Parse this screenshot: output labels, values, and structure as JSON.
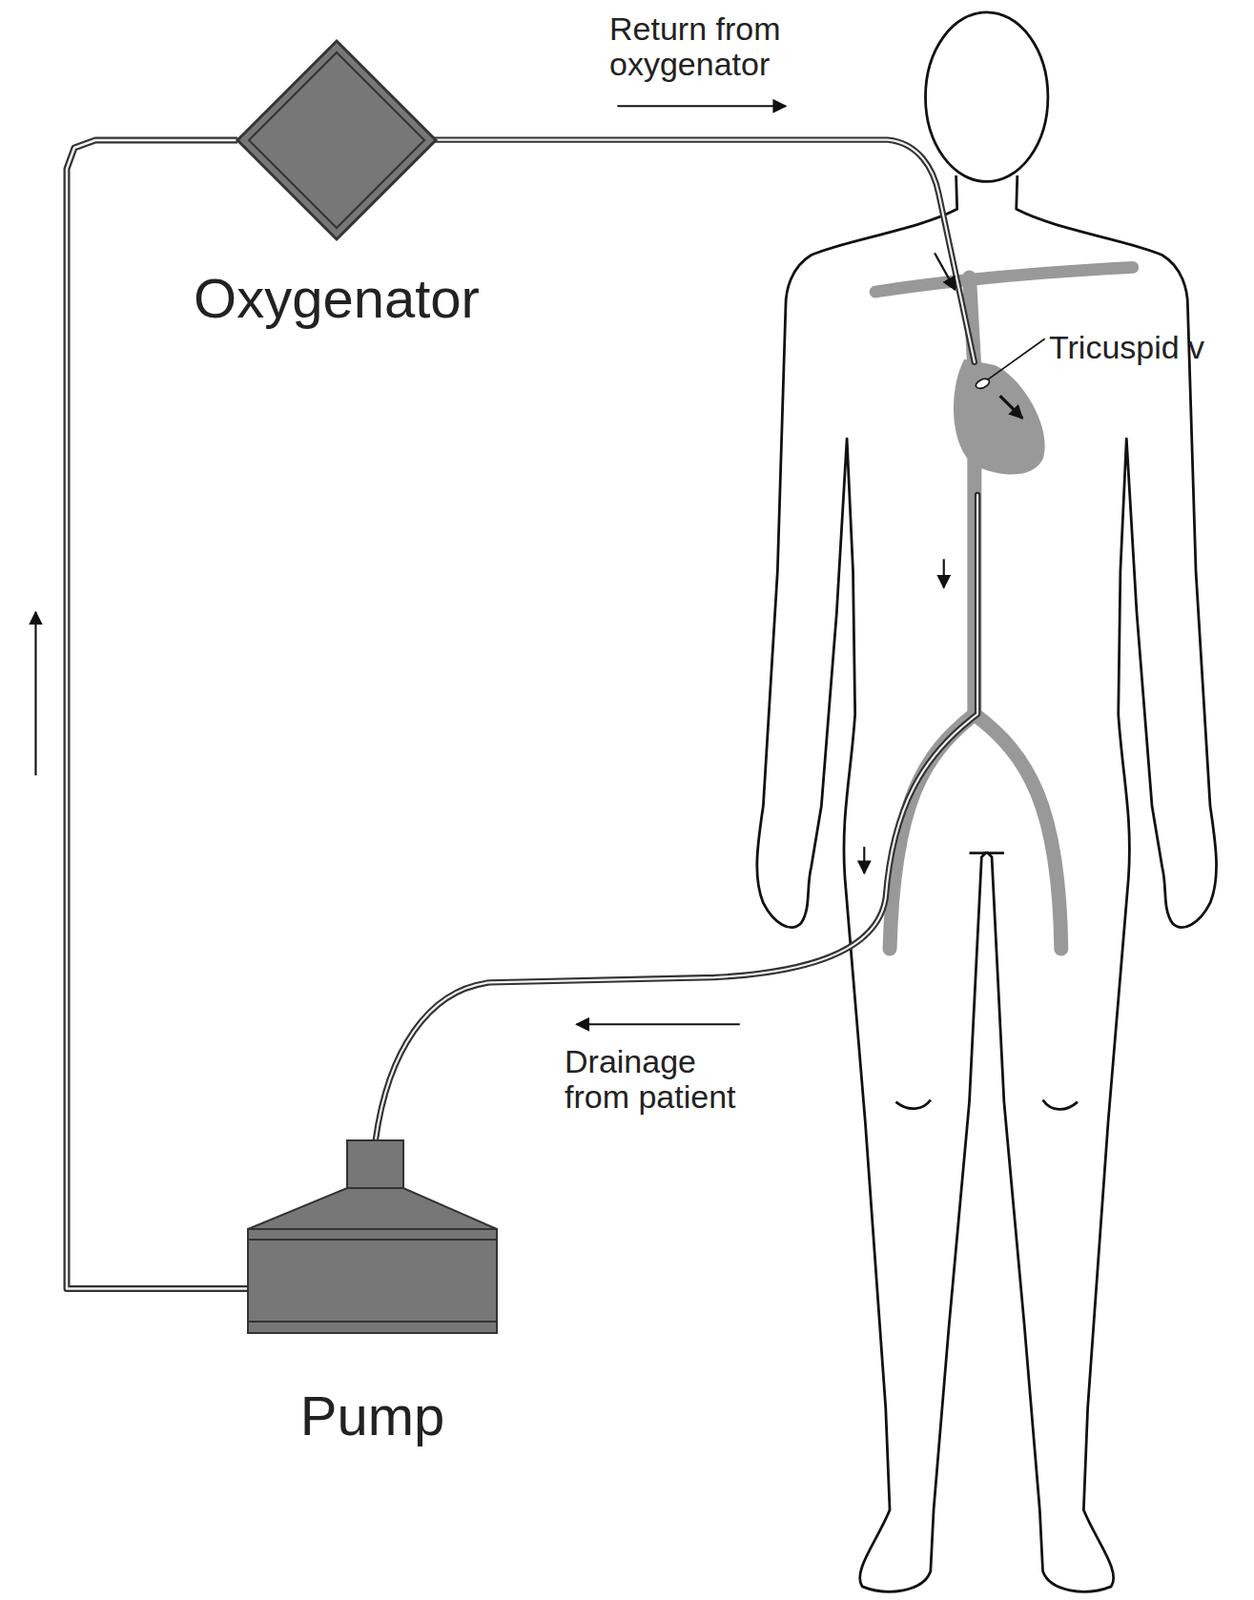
{
  "diagram": {
    "nodes": [
      {
        "text": [
          "Oxygenator"
        ]
      },
      {
        "text": [
          "Pump"
        ]
      }
    ],
    "edges": [
      {
        "from": 1,
        "to": 0,
        "arrow": "none"
      }
    ],
    "labels": [
      "Return from oxygenator",
      "Tricuspid v",
      "Drainage from patient"
    ]
  }
}
